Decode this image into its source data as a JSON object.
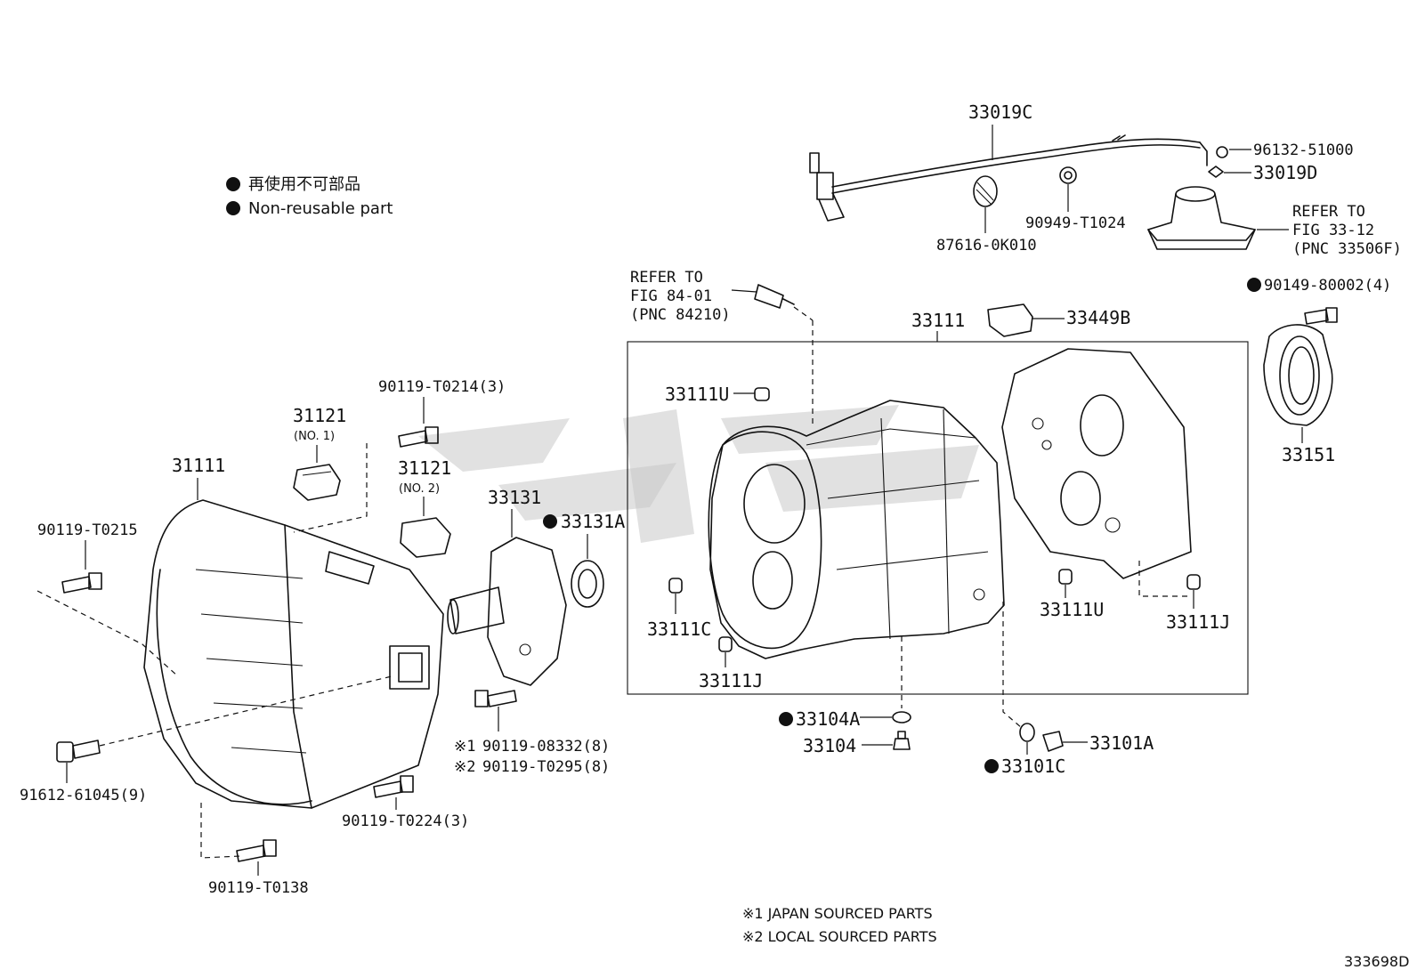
{
  "legend": {
    "jp": "再使用不可部品",
    "en": "Non-reusable part"
  },
  "labels": {
    "p33019C": "33019C",
    "p96132": "96132-51000",
    "p33019D": "33019D",
    "refer_fig3312_l1": "REFER TO",
    "refer_fig3312_l2": "FIG 33-12",
    "refer_fig3312_l3": "(PNC 33506F)",
    "p90949": "90949-T1024",
    "p87616": "87616-0K010",
    "refer_fig8401_l1": "REFER TO",
    "refer_fig8401_l2": "FIG 84-01",
    "refer_fig8401_l3": "(PNC 84210)",
    "p90149": "90149-80002(4)",
    "p33449B": "33449B",
    "p33111_top": "33111",
    "p33151": "33151",
    "p33111U_a": "33111U",
    "p33111U_b": "33111U",
    "p33111J_a": "33111J",
    "p33111J_b": "33111J",
    "p33111C": "33111C",
    "p31121_no1": "31121",
    "p31121_no1_sub": "(NO. 1)",
    "p31121_no2": "31121",
    "p31121_no2_sub": "(NO. 2)",
    "p90119_T0214": "90119-T0214(3)",
    "p31111": "31111",
    "p33131": "33131",
    "p33131A": "33131A",
    "p90119_T0215": "90119-T0215",
    "p90119_08332": "90119-08332(8)",
    "p90119_T0295": "90119-T0295(8)",
    "mark1": "※1",
    "mark2": "※2",
    "p91612": "91612-61045(9)",
    "p90119_T0224": "90119-T0224(3)",
    "p90119_T0138": "90119-T0138",
    "p33104A": "33104A",
    "p33104": "33104",
    "p33101A": "33101A",
    "p33101C": "33101C"
  },
  "footnotes": {
    "n1": "※1 JAPAN SOURCED PARTS",
    "n2": "※2 LOCAL SOURCED PARTS"
  },
  "figure_id": "333698D",
  "colors": {
    "ink": "#111111",
    "background": "#ffffff",
    "watermark": "#c8c8c8"
  }
}
